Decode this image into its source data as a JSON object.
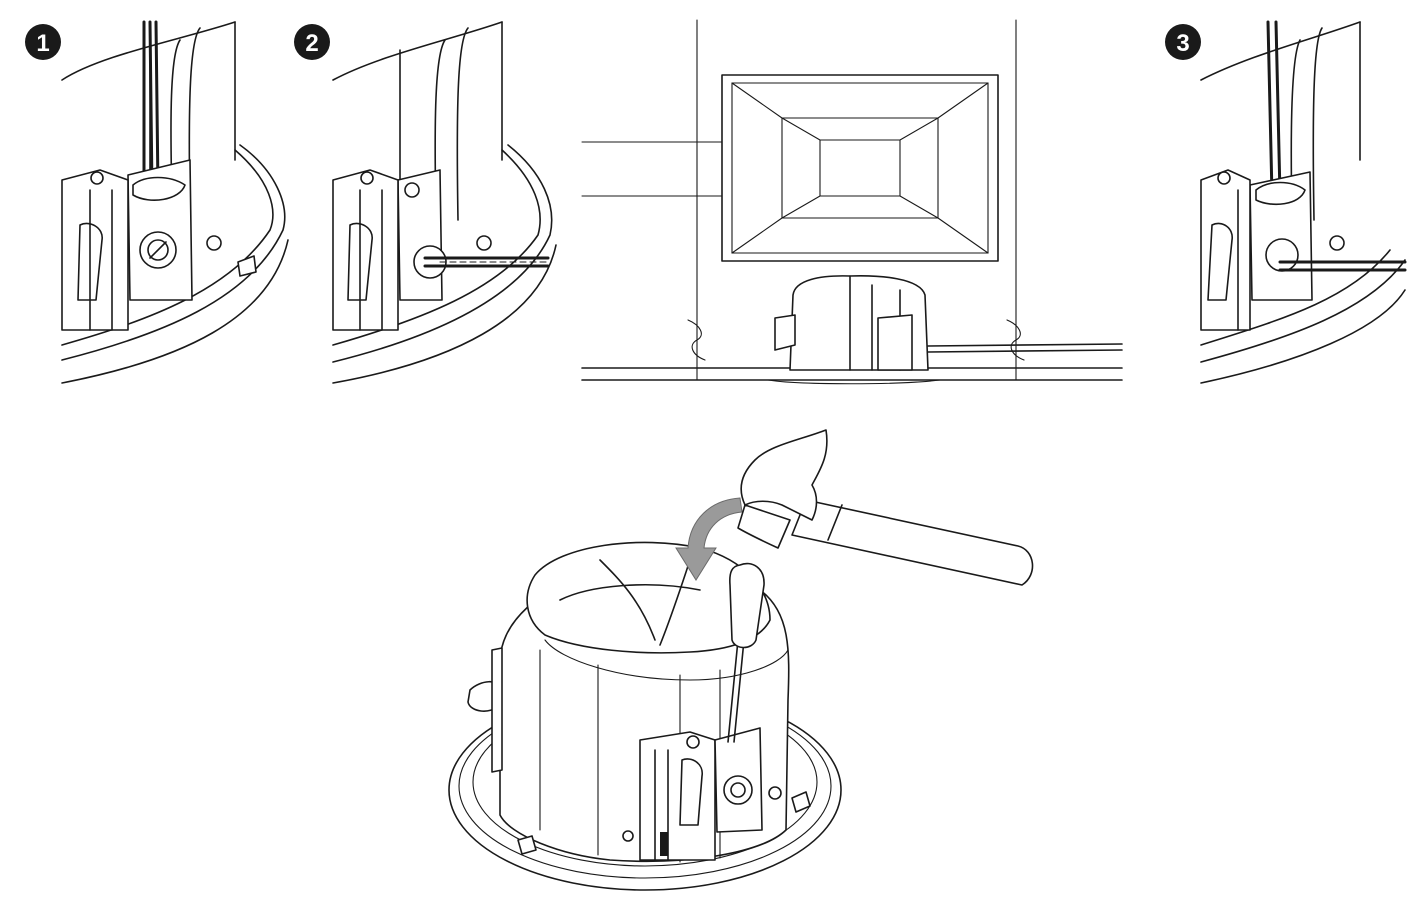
{
  "steps": [
    {
      "number": "1"
    },
    {
      "number": "2"
    },
    {
      "number": "3"
    }
  ],
  "colors": {
    "line": "#1a1a1a",
    "badge": "#1a1a1a",
    "arrow": "#9a9a9a",
    "background": "#ffffff"
  },
  "icons": [
    "hammer-icon",
    "screwdriver-icon",
    "curved-arrow-icon"
  ]
}
